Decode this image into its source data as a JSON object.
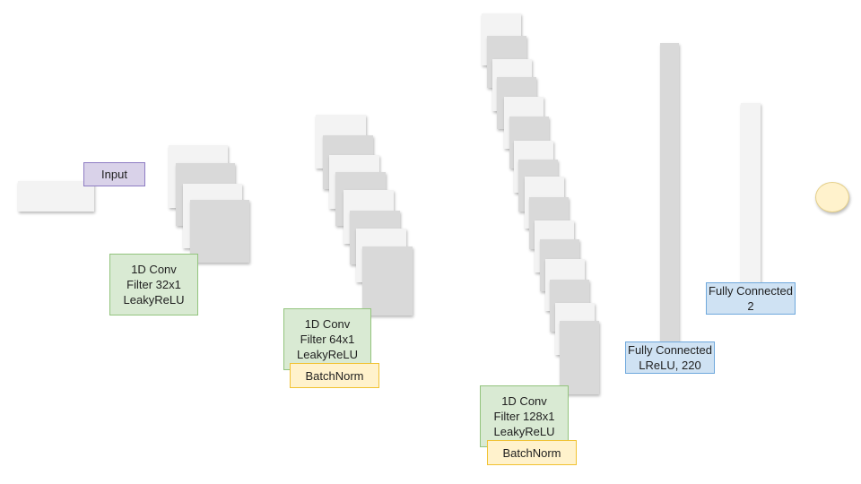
{
  "colors": {
    "sheet_light": "#f3f3f3",
    "sheet_dark": "#d9d9d9",
    "input_label_bg": "#d9d2e9",
    "input_label_border": "#8e7cc3",
    "conv_label_bg": "#d9ead3",
    "conv_label_border": "#93c47d",
    "norm_label_bg": "#fff2cc",
    "norm_label_border": "#f1c232",
    "fc_label_bg": "#cfe2f3",
    "fc_label_border": "#6fa8dc",
    "output_node": "#fff2cc",
    "output_node_border": "#e5d08a"
  },
  "labels": {
    "input": {
      "text": "Input"
    },
    "conv1": {
      "line1": "1D Conv",
      "line2": "Filter 32x1",
      "line3": "LeakyReLU"
    },
    "conv2": {
      "line1": "1D Conv",
      "line2": "Filter 64x1",
      "line3": "LeakyReLU",
      "norm": "BatchNorm"
    },
    "conv3": {
      "line1": "1D Conv",
      "line2": "Filter 128x1",
      "line3": "LeakyReLU",
      "norm": "BatchNorm"
    },
    "fc1": {
      "line1": "Fully Connected",
      "line2": "LReLU, 220"
    },
    "fc2": {
      "line1": "Fully Connected",
      "line2": "2"
    }
  }
}
